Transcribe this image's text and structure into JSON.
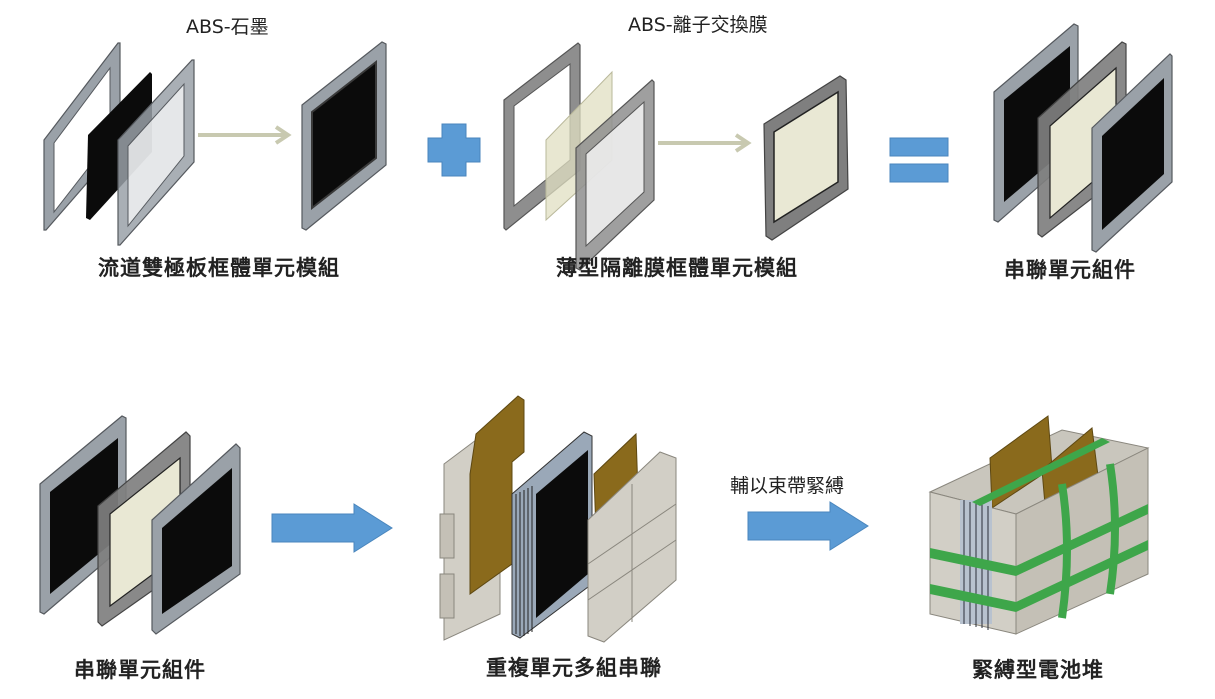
{
  "top_row": {
    "step1": {
      "material_label": "ABS-石墨",
      "caption": "流道雙極板框體單元模組"
    },
    "operator_plus": "plus",
    "step2": {
      "material_label": "ABS-離子交換膜",
      "caption": "薄型隔離膜框體單元模組"
    },
    "operator_equals": "equals",
    "result": {
      "caption": "串聯單元組件"
    }
  },
  "bottom_row": {
    "step1": {
      "caption": "串聯單元組件"
    },
    "step2": {
      "caption": "重複單元多組串聯"
    },
    "arrow2_label": "輔以束帶緊縛",
    "step3": {
      "caption": "緊縛型電池堆"
    }
  },
  "colors": {
    "operator_blue": "#5b9bd5",
    "arrow_gray_green": "#c8c9b0",
    "frame_gray": "#9aa1a8",
    "graphite_black": "#0b0b0b",
    "membrane_cream": "#e9e8d4",
    "end_plate_beige": "#d2cfc6",
    "current_collector_brown": "#8a6a1c",
    "strap_green": "#3ea64a"
  }
}
